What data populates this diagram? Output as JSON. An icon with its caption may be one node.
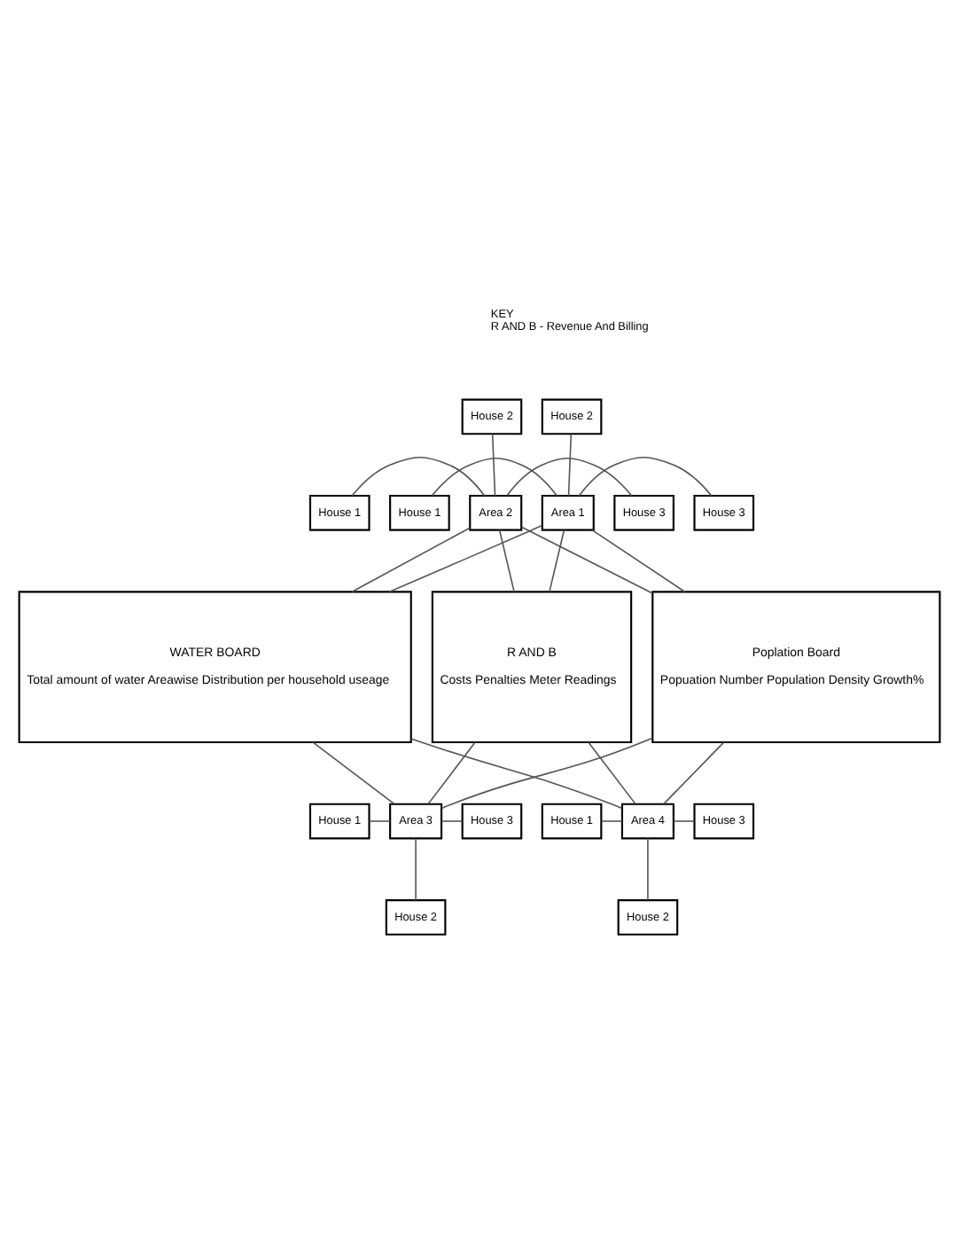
{
  "diagram": {
    "nodes": [
      {
        "text": [
          "House 2"
        ]
      },
      {
        "text": [
          "House 2"
        ]
      },
      {
        "text": [
          "House 1"
        ]
      },
      {
        "text": [
          "Area 1"
        ]
      },
      {
        "text": [
          "House 3"
        ]
      },
      {
        "text": [
          "House 1"
        ]
      },
      {
        "text": [
          "Area 2"
        ]
      },
      {
        "text": [
          "House 3"
        ]
      },
      {
        "text": [
          "WATER BOARD",
          "Total amount of water Areawise Distribution per household useage"
        ]
      },
      {
        "text": [
          "R AND B",
          "Costs Penalties Meter Readings"
        ]
      },
      {
        "text": [
          "Poplation Board",
          "Popuation Number Population Density Growth%"
        ]
      },
      {
        "text": [
          "House 1"
        ]
      },
      {
        "text": [
          "Area 3"
        ]
      },
      {
        "text": [
          "House 3"
        ]
      },
      {
        "text": [
          "House 1"
        ]
      },
      {
        "text": [
          "Area 4"
        ]
      },
      {
        "text": [
          "House 3"
        ]
      },
      {
        "text": [
          "House 2"
        ]
      },
      {
        "text": [
          "House 2"
        ]
      }
    ],
    "edges": [
      {
        "from": 0,
        "to": 3,
        "arrow": "none"
      },
      {
        "from": 2,
        "to": 3,
        "arrow": "none"
      },
      {
        "from": 3,
        "to": 4,
        "arrow": "none"
      },
      {
        "from": 1,
        "to": 6,
        "arrow": "none"
      },
      {
        "from": 5,
        "to": 6,
        "arrow": "none"
      },
      {
        "from": 6,
        "to": 7,
        "arrow": "none"
      },
      {
        "from": 3,
        "to": 8,
        "arrow": "none"
      },
      {
        "from": 3,
        "to": 9,
        "arrow": "none"
      },
      {
        "from": 3,
        "to": 10,
        "arrow": "none"
      },
      {
        "from": 6,
        "to": 8,
        "arrow": "none"
      },
      {
        "from": 6,
        "to": 9,
        "arrow": "none"
      },
      {
        "from": 6,
        "to": 10,
        "arrow": "none"
      },
      {
        "from": 8,
        "to": 12,
        "arrow": "none"
      },
      {
        "from": 8,
        "to": 15,
        "arrow": "none"
      },
      {
        "from": 9,
        "to": 12,
        "arrow": "none"
      },
      {
        "from": 9,
        "to": 15,
        "arrow": "none"
      },
      {
        "from": 10,
        "to": 12,
        "arrow": "none"
      },
      {
        "from": 10,
        "to": 15,
        "arrow": "none"
      },
      {
        "from": 11,
        "to": 12,
        "arrow": "none"
      },
      {
        "from": 12,
        "to": 13,
        "arrow": "none"
      },
      {
        "from": 12,
        "to": 17,
        "arrow": "none"
      },
      {
        "from": 14,
        "to": 15,
        "arrow": "none"
      },
      {
        "from": 15,
        "to": 16,
        "arrow": "none"
      },
      {
        "from": 15,
        "to": 18,
        "arrow": "none"
      }
    ],
    "labels": [
      "KEY",
      "R AND B - Revenue And Billing"
    ]
  }
}
